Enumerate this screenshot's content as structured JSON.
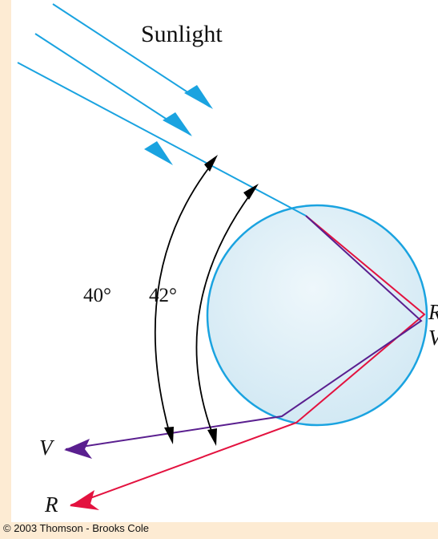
{
  "title": "Sunlight",
  "angles": {
    "small": "40°",
    "large": "42°"
  },
  "rays": {
    "violet": {
      "label": "V",
      "color": "#5a1f8f"
    },
    "red": {
      "label": "R",
      "color": "#e3123f"
    }
  },
  "right_edge_labels": {
    "upper": "R",
    "lower": "V"
  },
  "copyright": "© 2003 Thomson - Brooks Cole",
  "colors": {
    "sunlight": "#1aa3e0",
    "droplet_edge": "#1aa3e0",
    "droplet_fill": "#dceff8",
    "angle_arc": "#000000",
    "border": "#fdebd3"
  }
}
